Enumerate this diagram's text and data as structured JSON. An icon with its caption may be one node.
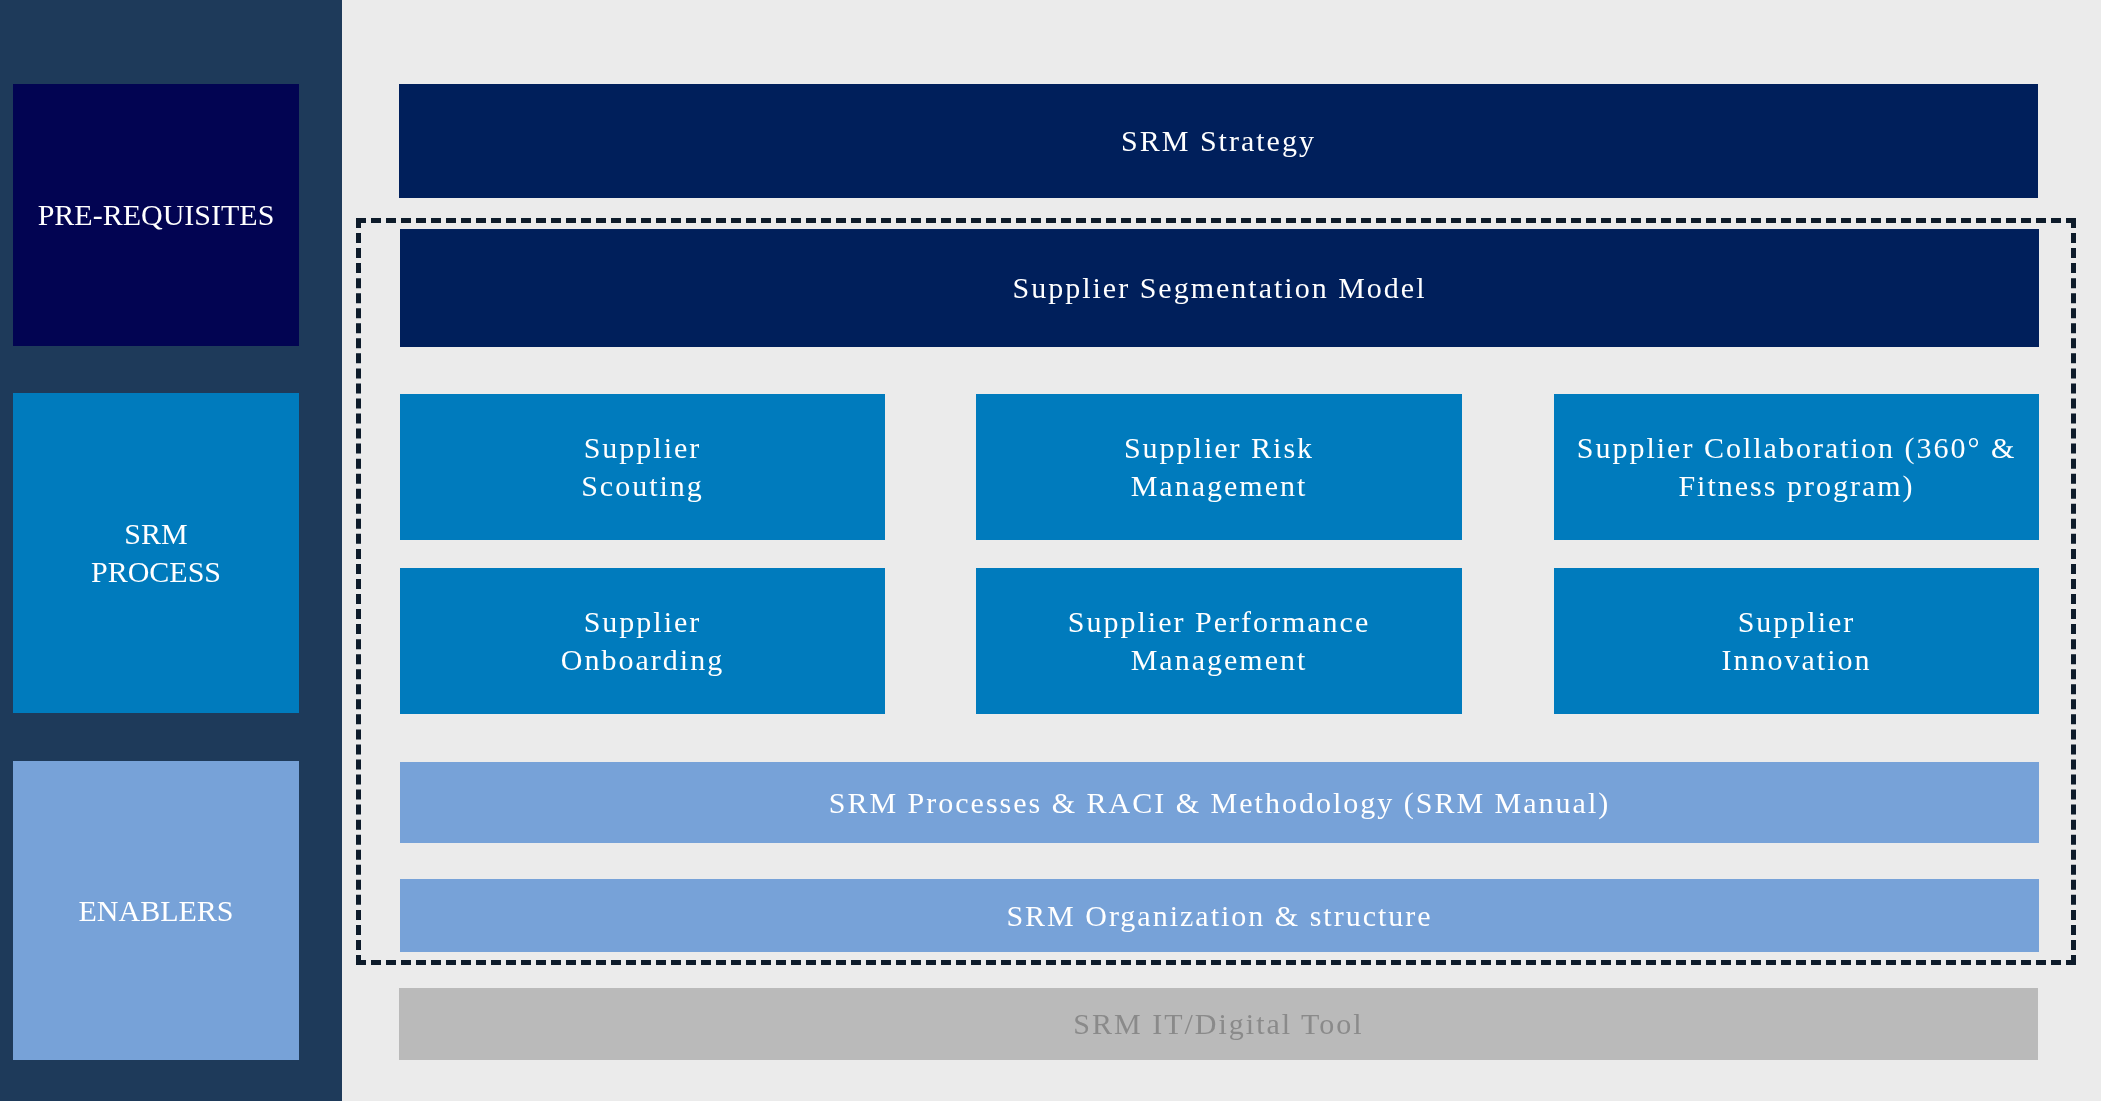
{
  "diagram": {
    "nodes": [
      {
        "text": [
          "PRE-REQUISITES"
        ]
      },
      {
        "text": [
          "SRM PROCESS"
        ]
      },
      {
        "text": [
          "ENABLERS"
        ]
      },
      {
        "text": [
          "SRM Strategy"
        ]
      },
      {
        "text": [],
        "shape": "box"
      },
      {
        "text": [
          "Supplier Segmentation Model"
        ],
        "in": 4
      },
      {
        "text": [
          "Supplier Scouting"
        ],
        "in": 4
      },
      {
        "text": [
          "Supplier Risk Management"
        ],
        "in": 4
      },
      {
        "text": [
          "Supplier Collaboration (360° & Fitness program)"
        ],
        "in": 4
      },
      {
        "text": [
          "Supplier Onboarding"
        ],
        "in": 4
      },
      {
        "text": [
          "Supplier Performance Management"
        ],
        "in": 4
      },
      {
        "text": [
          "Supplier Innovation"
        ],
        "in": 4
      },
      {
        "text": [
          "SRM Processes & RACI & Methodology (SRM Manual)"
        ],
        "in": 4
      },
      {
        "text": [
          "SRM Organization & structure"
        ],
        "in": 4
      },
      {
        "text": [
          "SRM IT/Digital Tool"
        ]
      }
    ],
    "edges": []
  }
}
